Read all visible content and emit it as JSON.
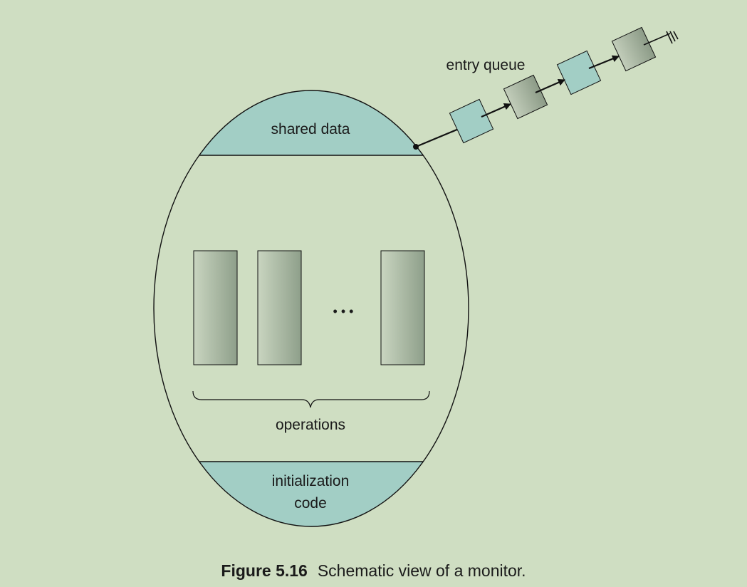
{
  "diagram": {
    "shared_data_label": "shared data",
    "entry_queue_label": "entry queue",
    "operations_label": "operations",
    "ellipsis": "• • •",
    "init_label_line1": "initialization",
    "init_label_line2": "code"
  },
  "caption": {
    "number": "Figure 5.16",
    "text": "Schematic view of a monitor."
  },
  "colors": {
    "background": "#cfdec2",
    "teal_fill": "#a2cec5",
    "outline": "#111111"
  }
}
